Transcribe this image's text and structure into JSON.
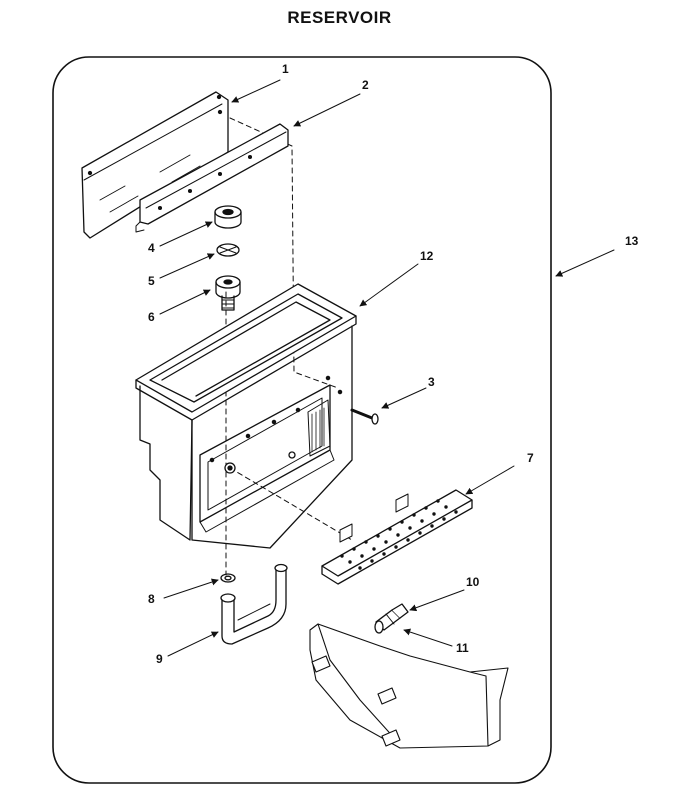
{
  "title": "RESERVOIR",
  "callouts": [
    "1",
    "2",
    "3",
    "4",
    "5",
    "6",
    "7",
    "8",
    "9",
    "10",
    "11",
    "12",
    "13"
  ],
  "colors": {
    "line": "#111111",
    "fill": "#ffffff"
  }
}
